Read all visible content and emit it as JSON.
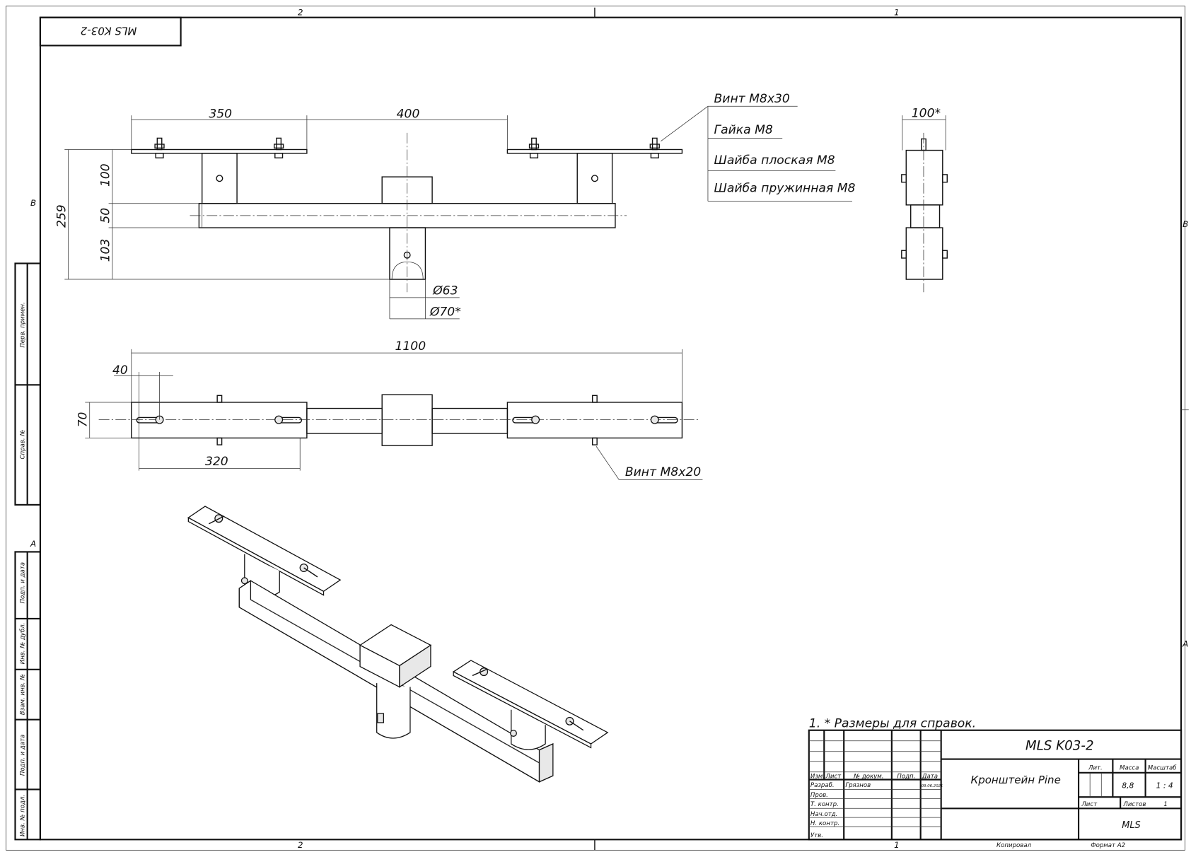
{
  "frame": {
    "zones_top": [
      "2",
      "1"
    ],
    "zones_bottom": [
      "2",
      "1"
    ],
    "zones_left": [
      "B",
      "A"
    ],
    "zones_right": [
      "B",
      "A"
    ],
    "corner_designation": "MLS K03-2"
  },
  "side_strip": [
    "Перв. примен.",
    "Справ. №",
    "Подп. и дата",
    "Инв. № дубл.",
    "Взам. инв. №",
    "Подп. и дата",
    "Инв. № подл."
  ],
  "front_view": {
    "dims": {
      "plate_width": "350",
      "center_span": "400",
      "total_height": "259",
      "h_top": "100",
      "h_mid": "50",
      "h_bottom": "103",
      "pipe_inner": "Ø63",
      "pipe_outer": "Ø70*"
    },
    "callouts": [
      "Винт M8x30",
      "Гайка M8",
      "Шайба плоская M8",
      "Шайба пружинная M8"
    ]
  },
  "side_view": {
    "dims": {
      "width": "100*"
    }
  },
  "top_view": {
    "dims": {
      "total_length": "1100",
      "offset": "40",
      "width": "70",
      "slot_span": "320"
    },
    "callout": "Винт M8x20"
  },
  "notes": [
    "1. * Размеры для справок."
  ],
  "title_block": {
    "designation": "MLS K03-2",
    "title": "Кронштейн Pine",
    "headers": {
      "izm": "Изм.",
      "list": "Лист",
      "doc_no": "№ докум.",
      "sign": "Подп.",
      "date": "Дата"
    },
    "roles": [
      "Разраб.",
      "Пров.",
      "Т. контр.",
      "Нач.отд.",
      "Н. контр.",
      "Утв."
    ],
    "developer": "Грязнов",
    "dev_date": "09.06.2021",
    "lit_label": "Лит.",
    "mass_label": "Масса",
    "scale_label": "Масштаб",
    "mass": "8,8",
    "scale": "1 : 4",
    "sheet_label": "Лист",
    "sheets_label": "Листов",
    "sheets": "1",
    "company": "MLS",
    "copied": "Копировал",
    "format": "Формат A2"
  }
}
